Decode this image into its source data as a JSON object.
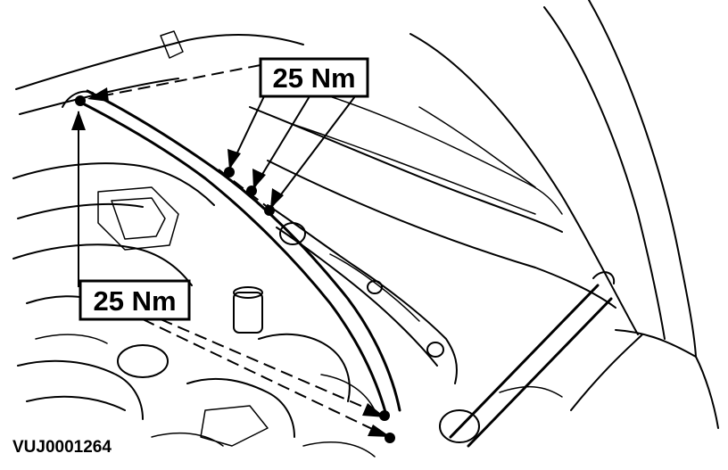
{
  "diagram": {
    "callouts": [
      {
        "id": "upper",
        "label": "25 Nm"
      },
      {
        "id": "lower",
        "label": "25 Nm"
      }
    ],
    "reference_code": "VUJ0001264",
    "colors": {
      "ink": "#000000",
      "paper": "#ffffff"
    }
  }
}
